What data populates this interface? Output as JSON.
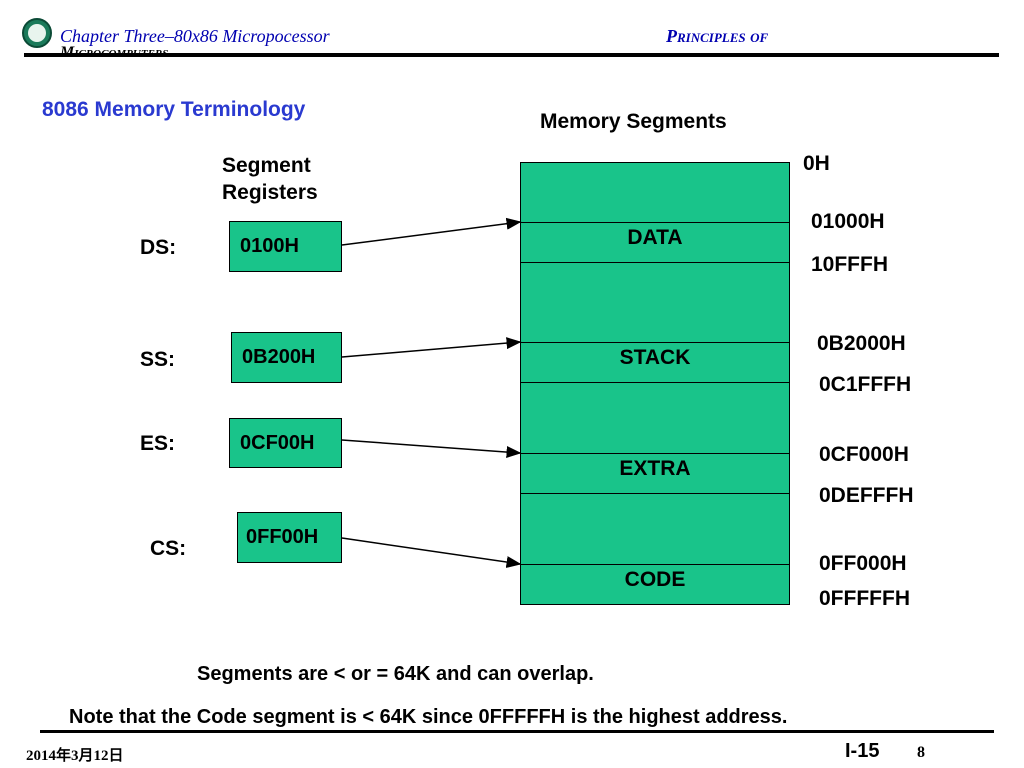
{
  "header": {
    "chapter": "Chapter Three–80x86 Micropocessor",
    "book_line1": "Principles of",
    "book_line2": "Microcomputers"
  },
  "title": "8086 Memory Terminology",
  "memory_segments_title": "Memory Segments",
  "segment_registers_title": [
    "Segment",
    "Registers"
  ],
  "registers": [
    {
      "label": "DS:",
      "value": "0100H"
    },
    {
      "label": "SS:",
      "value": "0B200H"
    },
    {
      "label": "ES:",
      "value": "0CF00H"
    },
    {
      "label": "CS:",
      "value": "0FF00H"
    }
  ],
  "segments": [
    {
      "name": "DATA"
    },
    {
      "name": "STACK"
    },
    {
      "name": "EXTRA"
    },
    {
      "name": "CODE"
    }
  ],
  "addresses": {
    "top": "0H",
    "data_start": "01000H",
    "data_end": "10FFFH",
    "stack_start": "0B2000H",
    "stack_end": "0C1FFFH",
    "extra_start": "0CF000H",
    "extra_end": "0DEFFFH",
    "code_start": "0FF000H",
    "code_end": "0FFFFFH"
  },
  "notes": {
    "line1": "Segments are < or = 64K and can overlap.",
    "line2": "Note that the Code segment is < 64K since 0FFFFFH is the highest address."
  },
  "footer": {
    "date": "2014年3月12日",
    "slide_id": "I-15",
    "page": "8"
  },
  "colors": {
    "segment_fill": "#19c48a",
    "title": "#2a3ad0",
    "header": "#0000b0"
  }
}
